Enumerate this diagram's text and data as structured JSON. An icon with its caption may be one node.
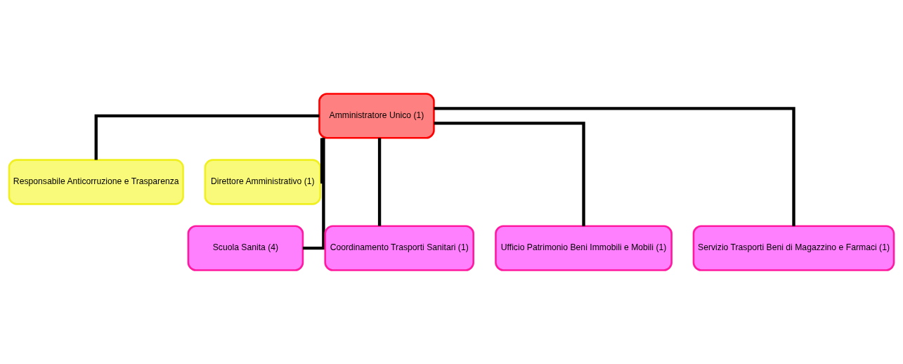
{
  "diagram": {
    "nodes": [
      {
        "text": [
          "Amministratore Unico (1)"
        ]
      },
      {
        "text": [
          "Responsabile Anticorruzione e Trasparenza"
        ]
      },
      {
        "text": [
          "Direttore Amministrativo (1)"
        ]
      },
      {
        "text": [
          "Scuola Sanita (4)"
        ]
      },
      {
        "text": [
          "Coordinamento Trasporti Sanitari (1)"
        ]
      },
      {
        "text": [
          "Ufficio Patrimonio Beni Immobili e Mobili (1)"
        ]
      },
      {
        "text": [
          "Servizio Trasporti Beni di Magazzino e Farmaci (1)"
        ]
      }
    ],
    "edges": [
      {
        "from": 0,
        "to": 1,
        "arrow": "none"
      },
      {
        "from": 0,
        "to": 2,
        "arrow": "none"
      },
      {
        "from": 0,
        "to": 3,
        "arrow": "none"
      },
      {
        "from": 0,
        "to": 4,
        "arrow": "none"
      },
      {
        "from": 0,
        "to": 5,
        "arrow": "none"
      },
      {
        "from": 0,
        "to": 6,
        "arrow": "none"
      }
    ]
  }
}
